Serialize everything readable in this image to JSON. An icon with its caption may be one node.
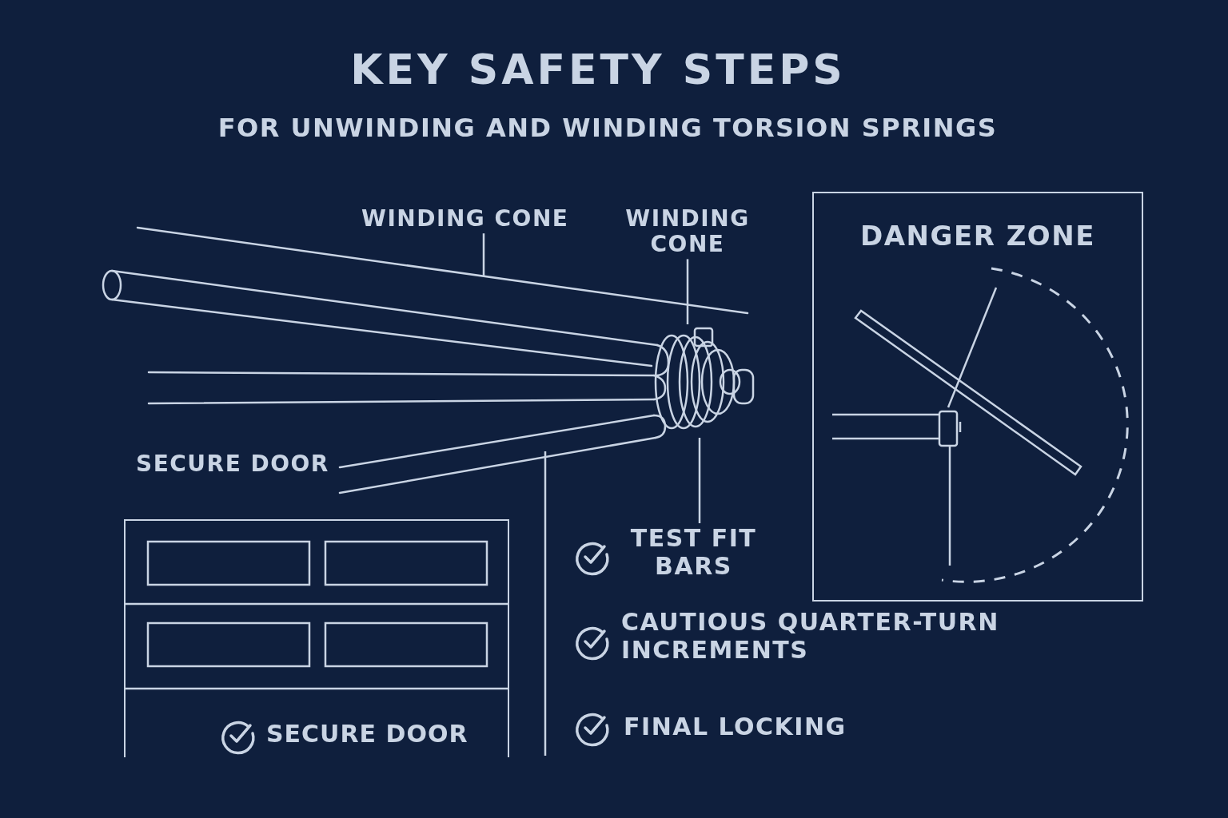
{
  "diagram": {
    "title": "KEY SAFETY STEPS",
    "nodes": [
      {
        "text": [
          "WINDING CONE"
        ]
      },
      {
        "text": [
          "WINDING CONE"
        ]
      },
      {
        "text": [],
        "shape": "cone"
      },
      {
        "text": [
          "TEST FIT BARS"
        ]
      },
      {
        "text": [
          "DANGER ZONE"
        ]
      },
      {
        "text": [
          "SECURE DOOR"
        ]
      }
    ],
    "edges": [
      {
        "from": 0,
        "to": null,
        "arrow": "none"
      },
      {
        "from": 1,
        "to": 2,
        "arrow": "none"
      },
      {
        "from": 3,
        "to": 2,
        "arrow": "none"
      }
    ],
    "labels": [
      "FOR UNWINDING AND WINDING TORSION SPRINGS",
      "SECURE DOOR",
      "CAUTIOUS QUARTER-TURN INCREMENTS",
      "FINAL LOCKING"
    ]
  }
}
